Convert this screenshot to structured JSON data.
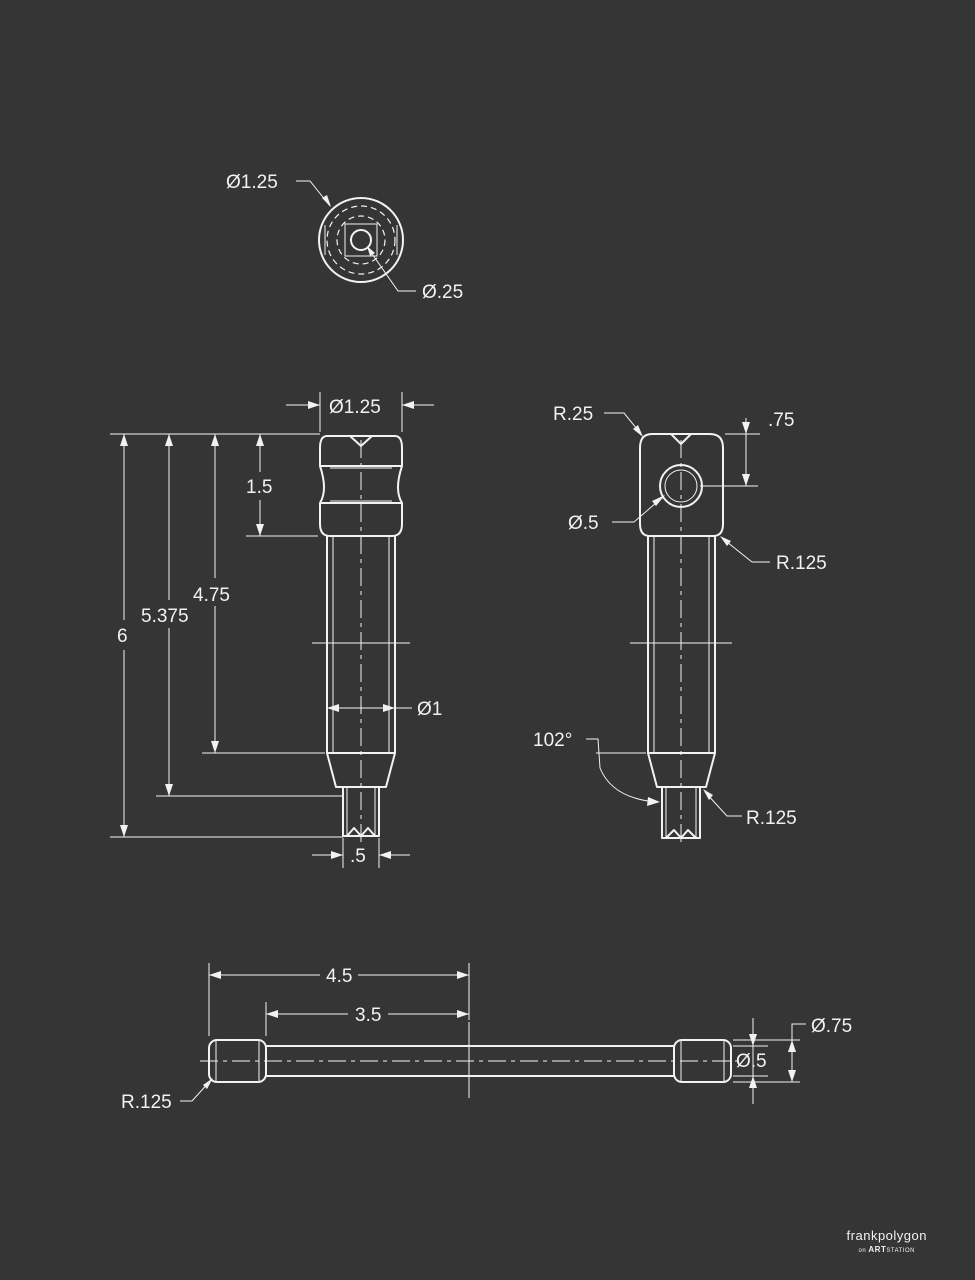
{
  "dimensions": {
    "top_view": {
      "outer_diameter": "Ø1.25",
      "hole_diameter": "Ø.25"
    },
    "front_view": {
      "head_diameter": "Ø1.25",
      "head_height": "1.5",
      "overall_length": "6",
      "to_shoulder": "5.375",
      "shaft_length": "4.75",
      "shaft_diameter": "Ø1",
      "tip_width": ".5"
    },
    "side_view": {
      "corner_radius": "R.25",
      "hole_offset": ".75",
      "hole_diameter": "Ø.5",
      "fillet_radius_upper": "R.125",
      "taper_angle": "102°",
      "fillet_radius_lower": "R.125"
    },
    "bottom_view": {
      "length_outer": "4.5",
      "length_inner": "3.5",
      "end_radius": "R.125",
      "end_diameter": "Ø.75",
      "rod_diameter": "Ø.5"
    }
  },
  "brand": {
    "name": "frankpolygon",
    "sub_prefix": "on",
    "sub_bold": "ART",
    "sub_suffix": "STATION"
  }
}
